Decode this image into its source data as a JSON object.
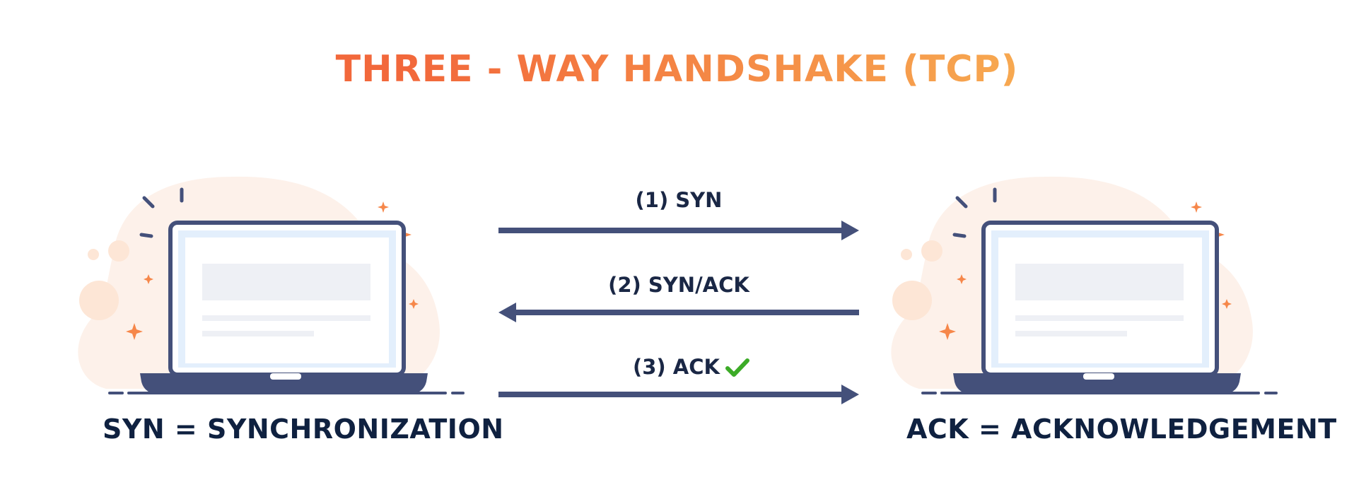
{
  "title": "THREE - WAY HANDSHAKE (TCP)",
  "steps": [
    {
      "label": "(1) SYN",
      "direction": "left-to-right"
    },
    {
      "label": "(2) SYN/ACK",
      "direction": "right-to-left"
    },
    {
      "label": "(3) ACK",
      "direction": "left-to-right",
      "icon": "checkmark-icon"
    }
  ],
  "captions": {
    "left": "SYN = SYNCHRONIZATION",
    "right": "ACK = ACKNOWLEDGEMENT"
  },
  "colors": {
    "title_start": "#f2683b",
    "title_end": "#f7a850",
    "arrow": "#44507a",
    "laptop_frame": "#44507a",
    "screen": "#e3effc",
    "sparkle": "#f6874a",
    "check": "#3cab27",
    "blob": "#fdf1ea"
  }
}
